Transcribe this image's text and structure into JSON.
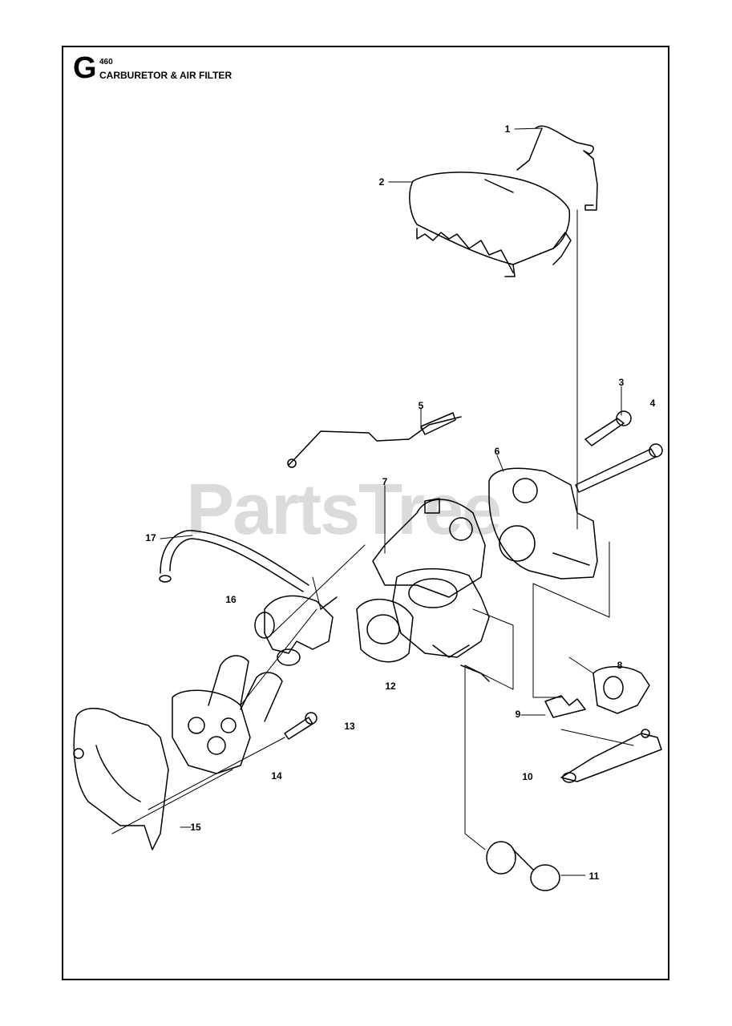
{
  "header": {
    "section_letter": "G",
    "model": "460",
    "title": "CARBURETOR & AIR FILTER"
  },
  "watermark": "PartsTree",
  "callouts": [
    "1",
    "2",
    "3",
    "4",
    "5",
    "6",
    "7",
    "8",
    "9",
    "10",
    "11",
    "12",
    "13",
    "14",
    "15",
    "16",
    "17"
  ]
}
